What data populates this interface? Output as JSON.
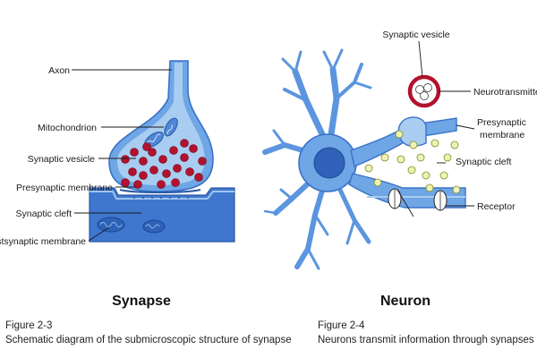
{
  "synapse": {
    "title": "Synapse",
    "labels": {
      "axon": "Axon",
      "mitochondrion": "Mitochondrion",
      "synaptic_vesicle": "Synaptic vesicle",
      "presynaptic_membrane": "Presynaptic membrane",
      "synaptic_cleft": "Synaptic cleft",
      "postsynaptic_membrane": "Postsynaptic membrane"
    },
    "figure_number": "Figure 2-3",
    "caption": "Schematic diagram of the submicroscopic structure of synapse"
  },
  "neuron": {
    "title": "Neuron",
    "labels": {
      "synaptic_vesicle": "Synaptic vesicle",
      "neurotransmitter": "Neurotransmitter",
      "presynaptic_line1": "Presynaptic",
      "presynaptic_line2": "membrane",
      "synaptic_cleft": "Synaptic cleft",
      "receptor": "Receptor"
    },
    "figure_number": "Figure 2-4",
    "caption": "Neurons transmit information through synapses"
  },
  "colors": {
    "membrane_blue": "#4a86d8",
    "light_blue": "#a9cdf0",
    "vesicle_red": "#b3122e",
    "neurotransmitter_green": "#eef3b2"
  }
}
